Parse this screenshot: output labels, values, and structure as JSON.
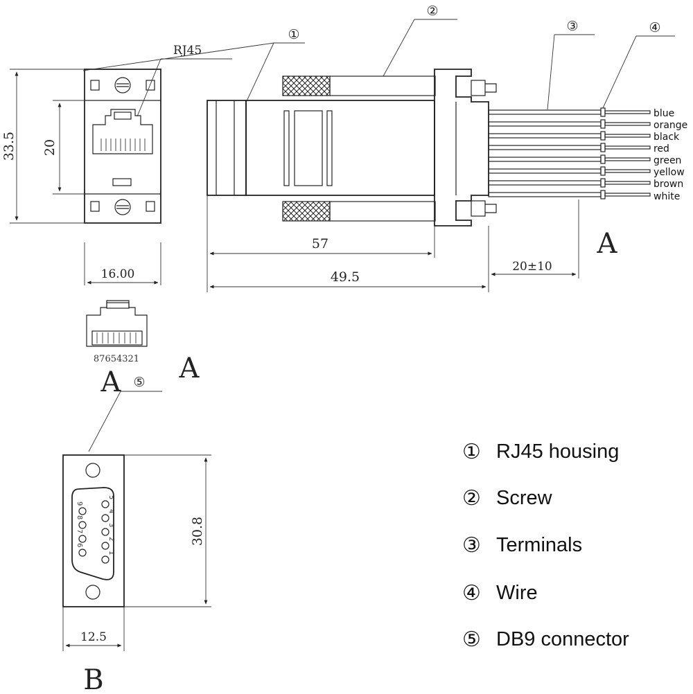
{
  "callouts": [
    "①",
    "②",
    "③",
    "④",
    "⑤"
  ],
  "rj45_label": "RJ45",
  "dimensions": {
    "front_height": "33.5",
    "jack_height": "20",
    "front_width": "16.00",
    "length_57": "57",
    "length_495": "49.5",
    "wire_length": "20±10",
    "db9_height": "30.8",
    "db9_width": "12.5"
  },
  "pin_numbers": "87654321",
  "view_labels": {
    "a_side": "A",
    "a_mid": "A",
    "a_bottom": "A",
    "b": "B"
  },
  "wires": [
    "blue",
    "orange",
    "black",
    "red",
    "green",
    "yellow",
    "brown",
    "white"
  ],
  "db9_pins_top": [
    "5",
    "4",
    "3",
    "2",
    "1"
  ],
  "db9_pins_bottom": [
    "9",
    "8",
    "7",
    "6"
  ],
  "legend": [
    {
      "num": "①",
      "text": "RJ45 housing"
    },
    {
      "num": "②",
      "text": "Screw"
    },
    {
      "num": "③",
      "text": "Terminals"
    },
    {
      "num": "④",
      "text": "Wire"
    },
    {
      "num": "⑤",
      "text": "DB9 connector"
    }
  ]
}
